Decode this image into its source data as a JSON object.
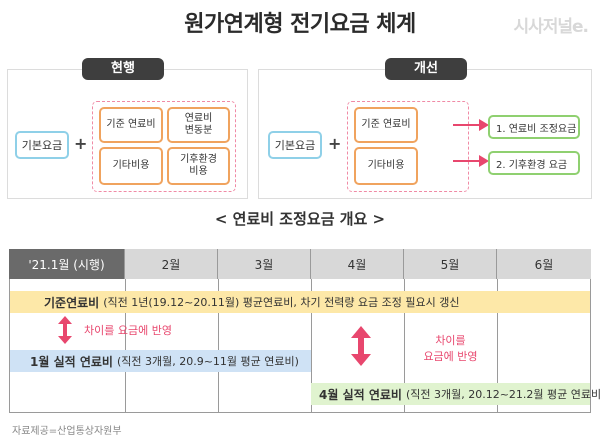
{
  "title": "원가연계형 전기요금 체계",
  "logo": "시사저널e.",
  "panels": {
    "current": {
      "tab": "현행",
      "base": "기본요금",
      "plus": "+",
      "items": [
        "기준 연료비",
        "연료비\n변동분",
        "기타비용",
        "기후환경\n비용"
      ]
    },
    "improved": {
      "tab": "개선",
      "base": "기본요금",
      "plus": "+",
      "items": [
        "기준 연료비",
        "기타비용"
      ],
      "results": [
        "1. 연료비 조정요금",
        "2. 기후환경 요금"
      ]
    }
  },
  "overview": {
    "subtitle": "< 연료비 조정요금 개요 >",
    "months": [
      "'21.1월 (시행)",
      "2월",
      "3월",
      "4월",
      "5월",
      "6월"
    ],
    "base_fuel": {
      "label": "기준연료비",
      "desc": "(직전 1년(19.12~20.11월) 평균연료비, 차기 전력량 요금 조정 필요시 갱신"
    },
    "reflect_1": "차이를 요금에 반영",
    "jan_actual": {
      "label": "1월 실적 연료비",
      "desc": "(직전 3개월, 20.9~11월 평균 연료비)"
    },
    "reflect_2_line1": "차이를",
    "reflect_2_line2": "요금에 반영",
    "apr_actual": {
      "label": "4월 실적 연료비",
      "desc": "(직전 3개월, 20.12~21.2월 평균 연료비)"
    }
  },
  "footnote": "자료제공=산업통상자원부",
  "colors": {
    "dark_tab": "#3e3e3e",
    "blue_border": "#8fd0e8",
    "orange_border": "#f0a35e",
    "green_border": "#8fd070",
    "pink_dashed": "#f08aa5",
    "arrow_pink": "#e8476e",
    "base_fuel_bg": "#fde8a8",
    "jan_bg": "#cfe2f5",
    "apr_bg": "#e0f3cf"
  }
}
